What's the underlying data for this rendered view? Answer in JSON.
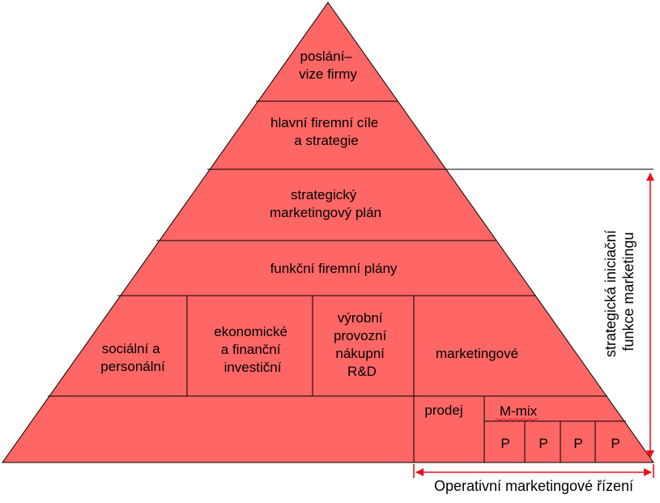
{
  "pyramid": {
    "fill_color": "#ff6666",
    "arrow_color": "#e8131b",
    "level1": [
      "poslání–",
      "vize firmy"
    ],
    "level2": [
      "hlavní firemní cíle",
      "a strategie"
    ],
    "level3": [
      "strategický",
      "marketingový plán"
    ],
    "level4": [
      "funkční firemní plány"
    ],
    "level5": {
      "social": [
        "sociální a",
        "personální"
      ],
      "economic": [
        "ekonomické",
        "a finanční",
        "investiční"
      ],
      "production": [
        "výrobní",
        "provozní",
        "nákupní",
        "R&D"
      ],
      "marketing": [
        "marketingové"
      ]
    },
    "level6": {
      "sales": "prodej",
      "mmix": "M-mix",
      "p_items": [
        "P",
        "P",
        "P",
        "P"
      ]
    }
  },
  "annotations": {
    "strategic": [
      "strategická iniciační",
      "funkce marketingu"
    ],
    "operative": "Operativní marketingové řízení"
  }
}
